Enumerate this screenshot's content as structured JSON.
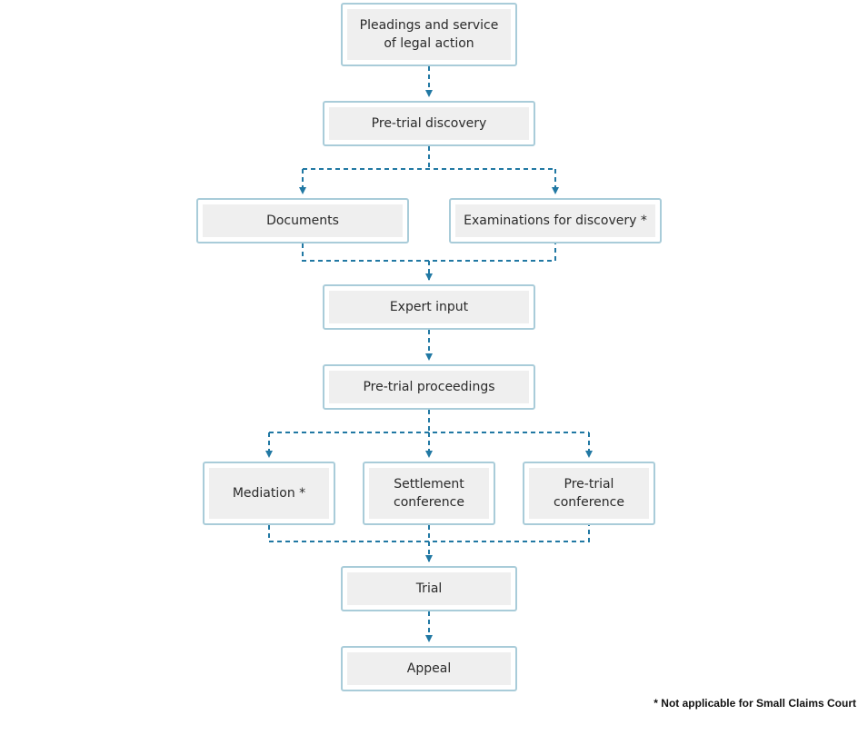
{
  "colors": {
    "connector": "#2178a3",
    "node_border": "#a9ccd9",
    "node_fill": "#efefef"
  },
  "nodes": {
    "pleadings": "Pleadings and service\nof legal action",
    "discovery": "Pre-trial discovery",
    "documents": "Documents",
    "examinations": "Examinations for discovery *",
    "expert": "Expert input",
    "proceedings": "Pre-trial proceedings",
    "mediation": "Mediation *",
    "settlement": "Settlement\nconference",
    "pretrial_conference": "Pre-trial\nconference",
    "trial": "Trial",
    "appeal": "Appeal"
  },
  "footnote": "* Not applicable for Small Claims Court"
}
